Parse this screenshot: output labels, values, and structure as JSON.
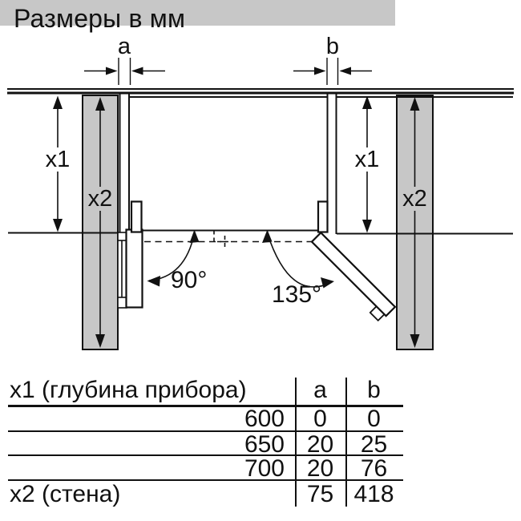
{
  "title": "Размеры в мм",
  "colors": {
    "line": "#111111",
    "wall_fill": "#c7c7c7",
    "table_footer_fill": "#c7c7c7",
    "background": "#ffffff"
  },
  "diagram": {
    "dim_a_label": "a",
    "dim_b_label": "b",
    "left_x1_label": "x1",
    "left_x2_label": "x2",
    "right_x1_label": "x1",
    "right_x2_label": "x2",
    "angle_left_label": "90°",
    "angle_right_label": "135°"
  },
  "table": {
    "header": {
      "col1": "x1 (глубина прибора)",
      "col_a": "a",
      "col_b": "b"
    },
    "rows": [
      {
        "x1": "600",
        "a": "0",
        "b": "0"
      },
      {
        "x1": "650",
        "a": "20",
        "b": "25"
      },
      {
        "x1": "700",
        "a": "20",
        "b": "76"
      }
    ],
    "footer": {
      "label": "x2 (стена)",
      "a": "75",
      "b": "418"
    }
  }
}
